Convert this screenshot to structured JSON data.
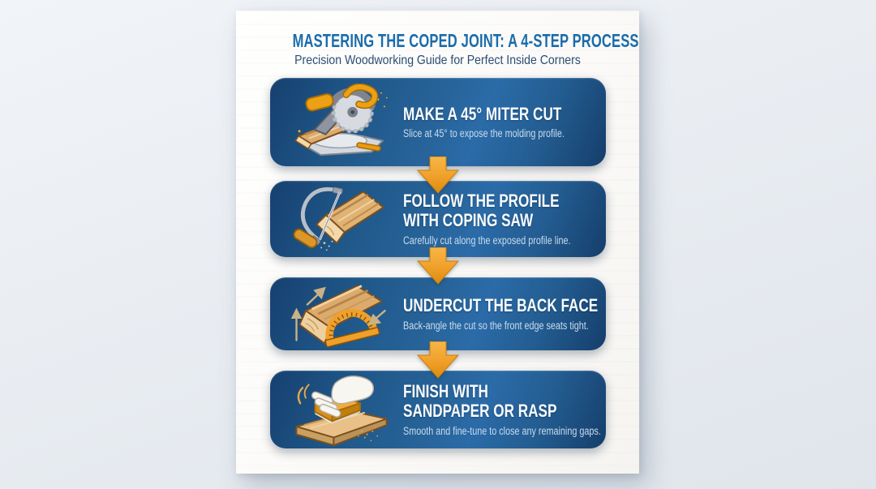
{
  "poster": {
    "title": "MASTERING THE COPED JOINT: A 4-STEP PROCESS",
    "subtitle": "Precision Woodworking Guide for Perfect Inside Corners"
  },
  "steps": [
    {
      "icon": "miter-saw-icon",
      "title": "MAKE A 45° MITER CUT",
      "description": "Slice at 45° to expose the molding profile."
    },
    {
      "icon": "coping-saw-icon",
      "title": "FOLLOW THE PROFILE\nWITH COPING SAW",
      "description": "Carefully cut along the exposed profile line."
    },
    {
      "icon": "protractor-icon",
      "title": "UNDERCUT THE BACK FACE",
      "description": "Back-angle the cut so the front edge seats tight."
    },
    {
      "icon": "sanding-block-icon",
      "title": "FINISH WITH\nSANDPAPER OR RASP",
      "description": "Smooth and fine-tune to close any remaining gaps."
    }
  ],
  "colors": {
    "background": "#e9edf2",
    "poster_white": "#fbfaf8",
    "title_blue": "#1b6cab",
    "subtitle_navy": "#2a4d74",
    "card_blue_dark": "#16406f",
    "card_blue_light": "#2b6ba8",
    "arrow_orange": "#f0a02a",
    "step_title_color": "#f8fbfd",
    "step_desc_color": "#c9dcee",
    "wood_tan": "#dcab6c"
  }
}
